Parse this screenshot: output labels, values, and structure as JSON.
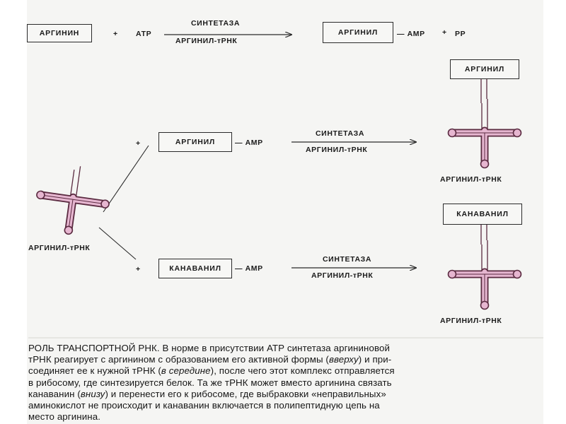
{
  "colors": {
    "trna_outline": "#5a2a40",
    "trna_fill": "#e6b6d0",
    "line": "#2a2a2a"
  },
  "reaction_top": {
    "substrate": "АРГИНИН",
    "plus": "+",
    "atp": "АТР",
    "enzyme_top": "СИНТЕТАЗА",
    "enzyme_bottom": "АРГИНИЛ-тРНК",
    "product_box": "АРГИНИЛ",
    "product_tail": "— АМР",
    "plus2": "+",
    "pp": "РР"
  },
  "trna_left": {
    "label": "АРГИНИЛ-тРНК"
  },
  "reaction_middle": {
    "plus": "+",
    "box": "АРГИНИЛ",
    "amp": "— АМР",
    "enzyme_top": "СИНТЕТАЗА",
    "enzyme_bottom": "АРГИНИЛ-тРНК",
    "product_box": "АРГИНИЛ",
    "product_label": "АРГИНИЛ-тРНК"
  },
  "reaction_bottom": {
    "plus": "+",
    "box": "КАНАВАНИЛ",
    "amp": "— АМР",
    "enzyme_top": "СИНТЕТАЗА",
    "enzyme_bottom": "АРГИНИЛ-тРНК",
    "product_box": "КАНАВАНИЛ",
    "product_label": "АРГИНИЛ-тРНК"
  },
  "caption": {
    "line1": "РОЛЬ ТРАНСПОРТНОЙ РНК. В норме в присутствии АТР синтетаза аргининовой",
    "line2a": "тРНК реагирует с аргинином с образованием его активной формы (",
    "line2_it": "вверху",
    "line2b": ") и при-",
    "line3a": "соединяет ее к нужной тРНК (",
    "line3_it": "в середине",
    "line3b": "), после чего этот комплекс отправляется",
    "line4": "в рибосому, где синтезируется белок. Та же тРНК может вместо аргинина связать",
    "line5a": "канаванин (",
    "line5_it": "внизу",
    "line5b": ") и перенести его к рибосоме, где выбраковки «неправильных»",
    "line6": "аминокислот не происходит и канаванин включается  в полипептидную цепь на",
    "line7": "место аргинина."
  }
}
